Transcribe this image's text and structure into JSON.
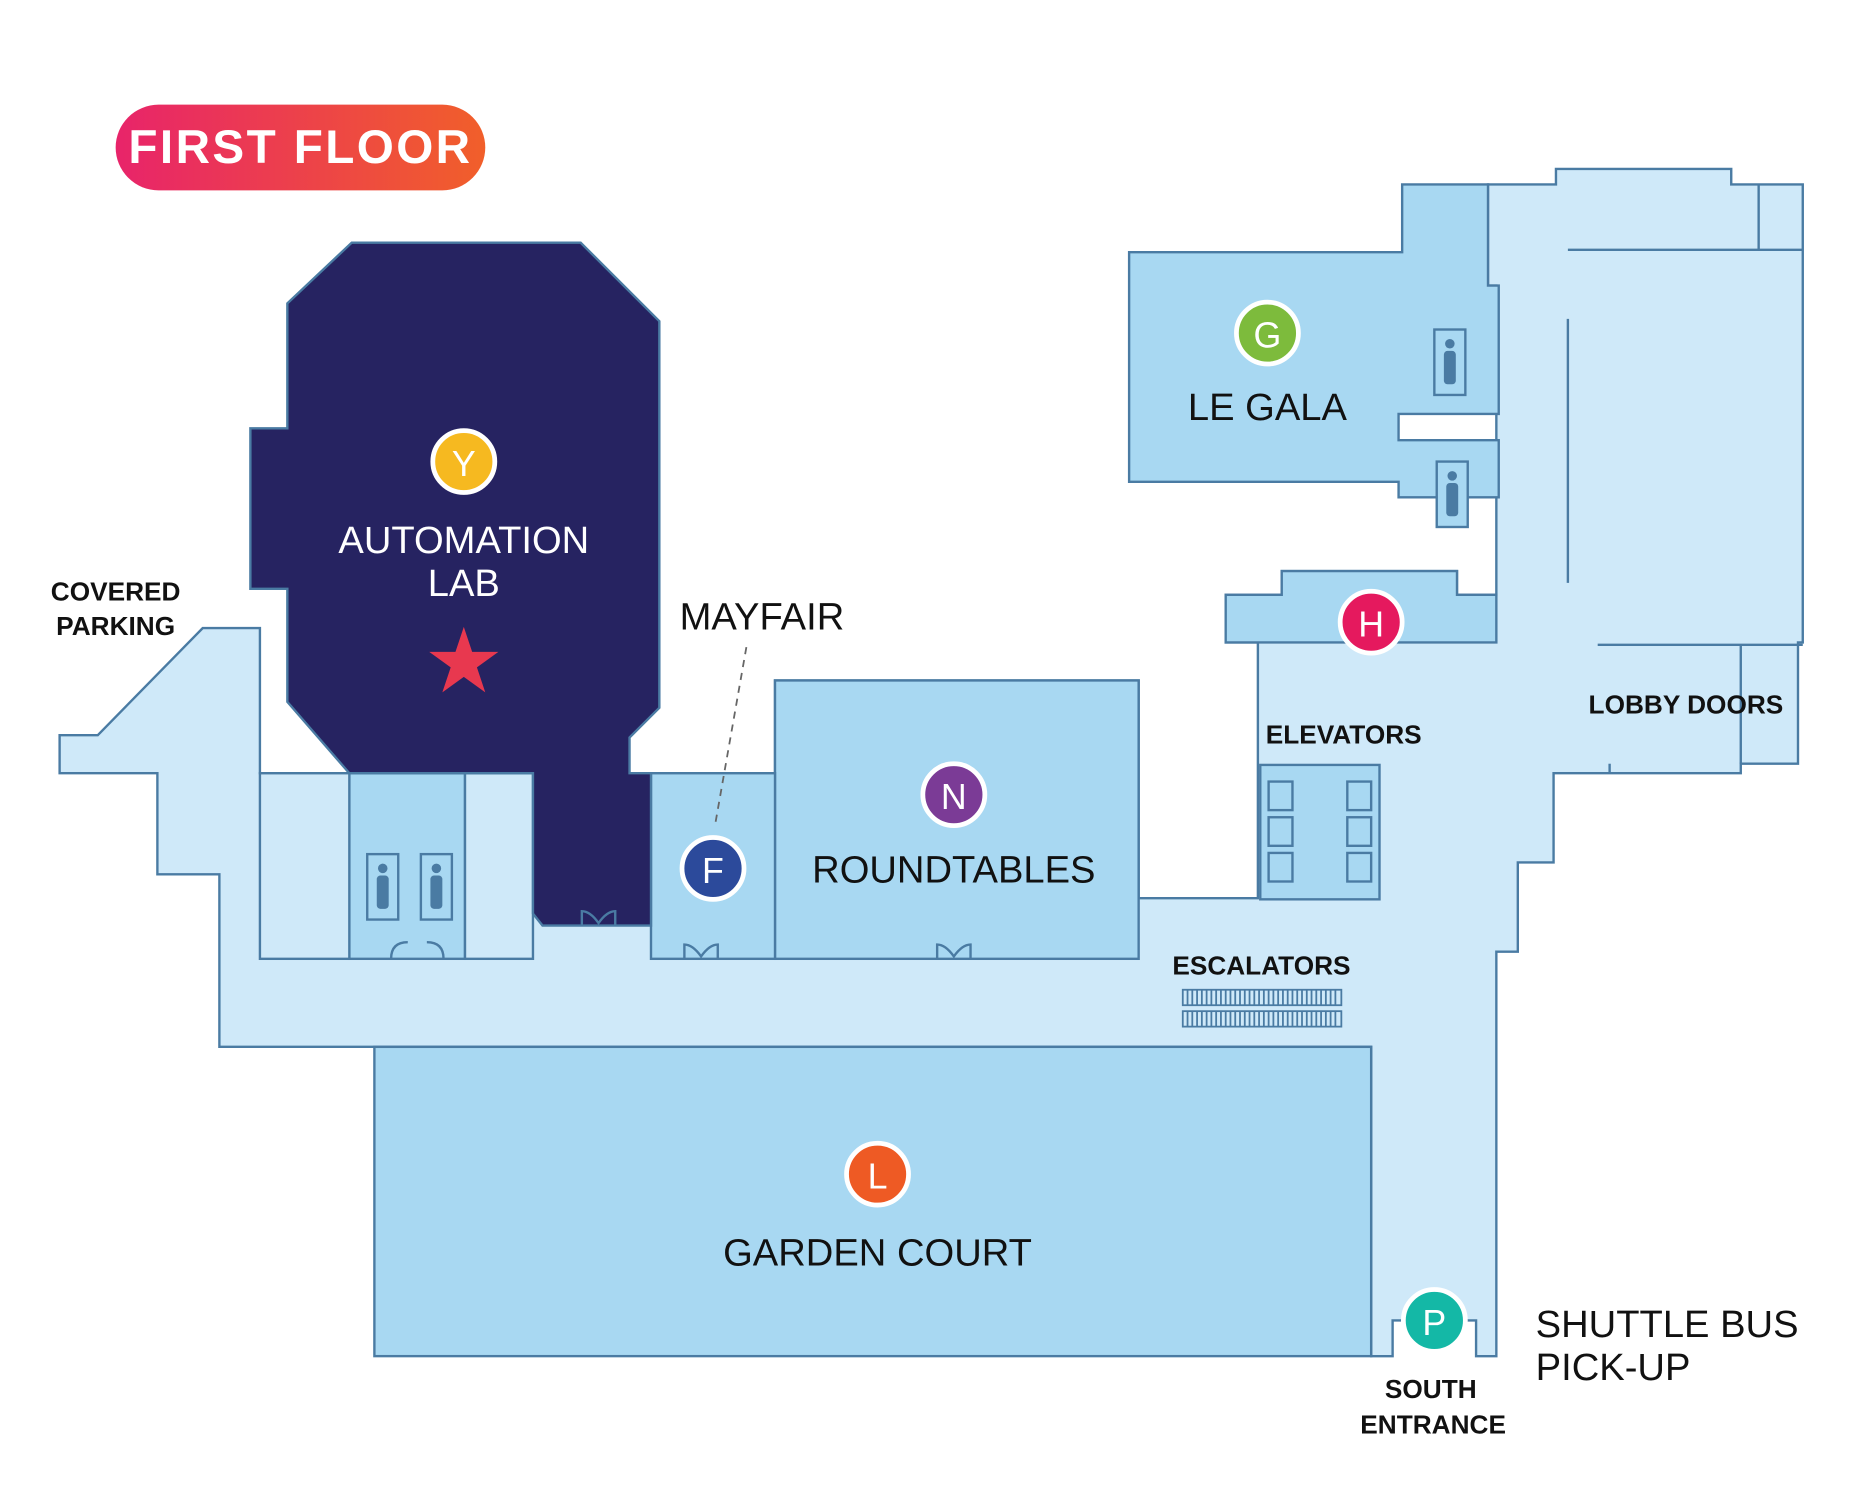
{
  "title": "FIRST FLOOR",
  "colors": {
    "corridor": "#cfe9f9",
    "room": "#a8d8f2",
    "wall": "#4a7ba3",
    "automation_lab": "#262361",
    "badge_gradient_start": "#e8246a",
    "badge_gradient_end": "#f15f2a",
    "star": "#e8384f"
  },
  "rooms": [
    {
      "id": "Y",
      "name": "AUTOMATION LAB",
      "line1": "AUTOMATION",
      "line2": "LAB",
      "color": "#f6b920"
    },
    {
      "id": "G",
      "name": "LE GALA",
      "color": "#7dbb3c"
    },
    {
      "id": "H",
      "name": "",
      "color": "#e5195e"
    },
    {
      "id": "N",
      "name": "ROUNDTABLES",
      "color": "#7b3b96"
    },
    {
      "id": "F",
      "name": "MAYFAIR",
      "color": "#2c4a9b"
    },
    {
      "id": "L",
      "name": "GARDEN COURT",
      "color": "#ee5a24"
    },
    {
      "id": "P",
      "name": "SHUTTLE BUS PICK-UP",
      "line1": "SHUTTLE BUS",
      "line2": "PICK-UP",
      "color": "#14b8a6"
    }
  ],
  "labels": {
    "covered_parking_1": "COVERED",
    "covered_parking_2": "PARKING",
    "elevators": "ELEVATORS",
    "lobby_doors": "LOBBY DOORS",
    "escalators": "ESCALATORS",
    "south_entrance_1": "SOUTH",
    "south_entrance_2": "ENTRANCE"
  },
  "icons": {
    "restroom": "person-icon",
    "highlight": "star-icon"
  }
}
